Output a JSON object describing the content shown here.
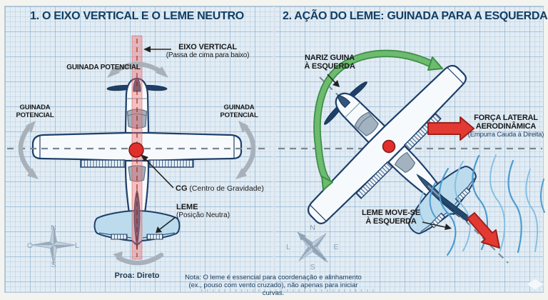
{
  "panel1": {
    "title": "1. O EIXO VERTICAL E O LEME NEUTRO",
    "labels": {
      "yaw_top": "GUINADA POTENCIAL",
      "yaw_left": "GUINADA POTENCIAL",
      "yaw_right": "GUINADA POTENCIAL",
      "axis_title": "EIXO VERTICAL",
      "axis_sub": "(Passa de cima para baixo)",
      "cg_bold": "CG",
      "cg_rest": " (Centro de Gravidade)",
      "rudder_title": "LEME",
      "rudder_sub": "(Posição Neutra)",
      "heading": "Proa: Direto"
    },
    "compass": {
      "n": "N",
      "w": "O",
      "e": "L",
      "s": "S"
    }
  },
  "panel2": {
    "title": "2. AÇÃO DO LEME: GUINADA PARA A ESQUERDA",
    "labels": {
      "nose_line1": "NARIZ GUINA",
      "nose_line2": "À ESQUERDA",
      "force_line1": "FORÇA LATERAL",
      "force_line2": "AERODINÂMICA",
      "force_sub": "(Empurra Cauda à Direita)",
      "rudder_line1": "LEME MOVE-SE",
      "rudder_line2": "À ESQUERDA"
    },
    "compass": {
      "n": "N",
      "w": "L",
      "e": "E",
      "s": "S"
    }
  },
  "footer": {
    "note_line1": "Nota: O leme é essencial para coordenação e alinhamento",
    "note_line2": "(ex., pouso com vento cruzado), não apenas para iniciar curvas."
  },
  "colors": {
    "ink": "#1e3f69",
    "title": "#123e63",
    "accent_red": "#e23a33",
    "accent_green": "#66b56a",
    "axis_band": "rgba(236,112,112,0.42)"
  }
}
